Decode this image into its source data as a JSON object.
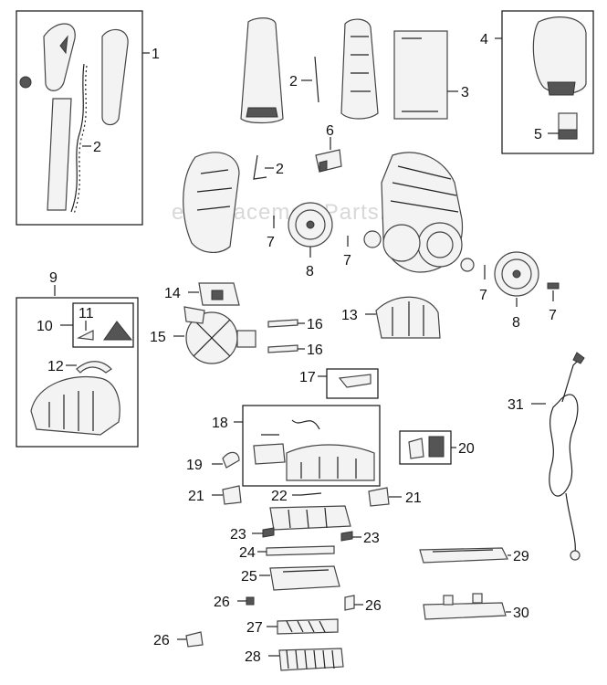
{
  "watermark": "eReplacementParts.com",
  "labels": {
    "p1": "1",
    "p2a": "2",
    "p2b": "2",
    "p2c": "2",
    "p3": "3",
    "p4": "4",
    "p5": "5",
    "p6": "6",
    "p7a": "7",
    "p7b": "7",
    "p7c": "7",
    "p7d": "7",
    "p8a": "8",
    "p8b": "8",
    "p9": "9",
    "p10": "10",
    "p11": "11",
    "p12": "12",
    "p13": "13",
    "p14": "14",
    "p15": "15",
    "p16a": "16",
    "p16b": "16",
    "p17": "17",
    "p18": "18",
    "p19": "19",
    "p20": "20",
    "p21a": "21",
    "p21b": "21",
    "p22": "22",
    "p23a": "23",
    "p23b": "23",
    "p24": "24",
    "p25": "25",
    "p26a": "26",
    "p26b": "26",
    "p26c": "26",
    "p27": "27",
    "p28": "28",
    "p29": "29",
    "p30": "30",
    "p31": "31"
  }
}
